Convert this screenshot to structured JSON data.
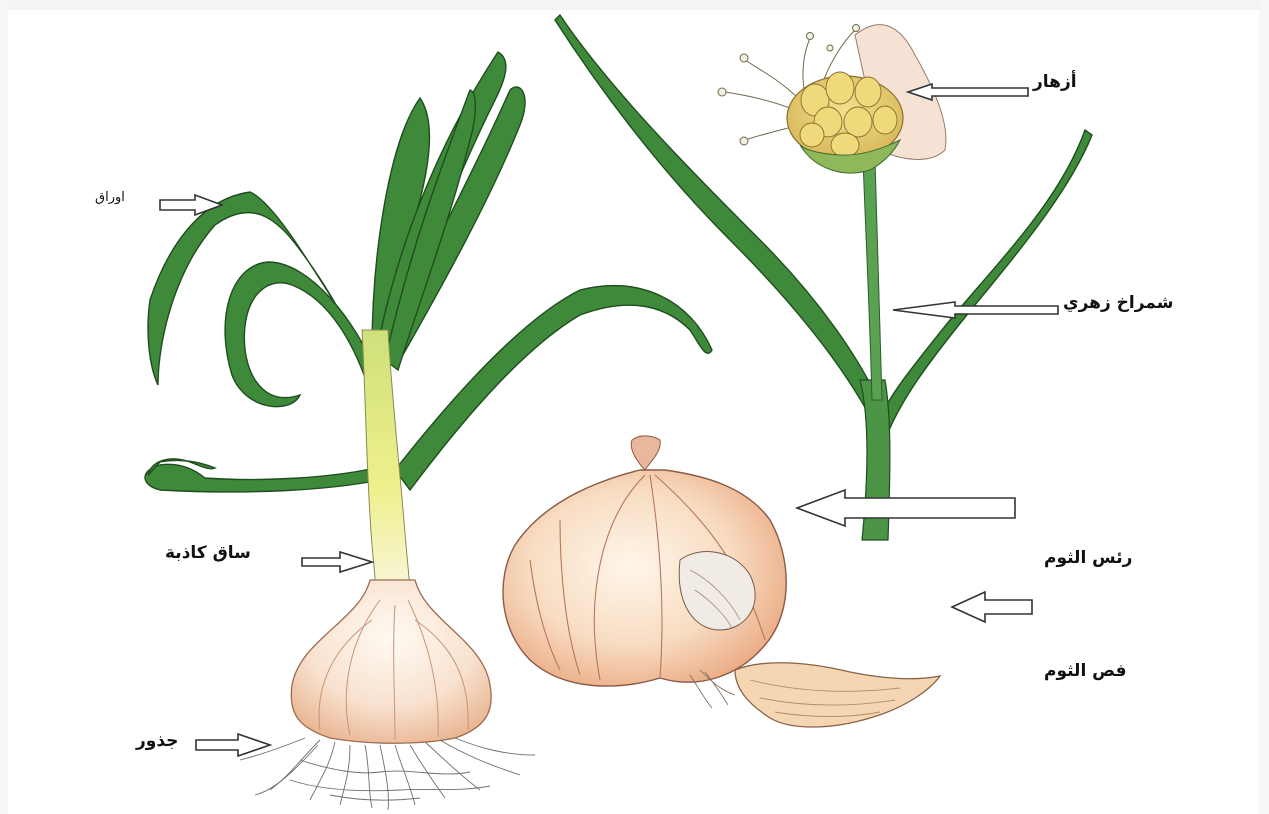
{
  "diagram": {
    "labels": {
      "leaves": "اوراق",
      "flowers": "أزهار",
      "flower_scape": "شمراخ زهري",
      "pseudo_stem": "ساق كاذبة",
      "garlic_head": "رئس الثوم",
      "garlic_clove": "فص الثوم",
      "roots": "جذور"
    },
    "colors": {
      "leaf_green": "#3f8a3a",
      "stem_yellow": "#e6e48a",
      "bulb_peach": "#f3c9a8",
      "flower_yellow": "#e8d56a",
      "label_text": "#111111"
    }
  }
}
